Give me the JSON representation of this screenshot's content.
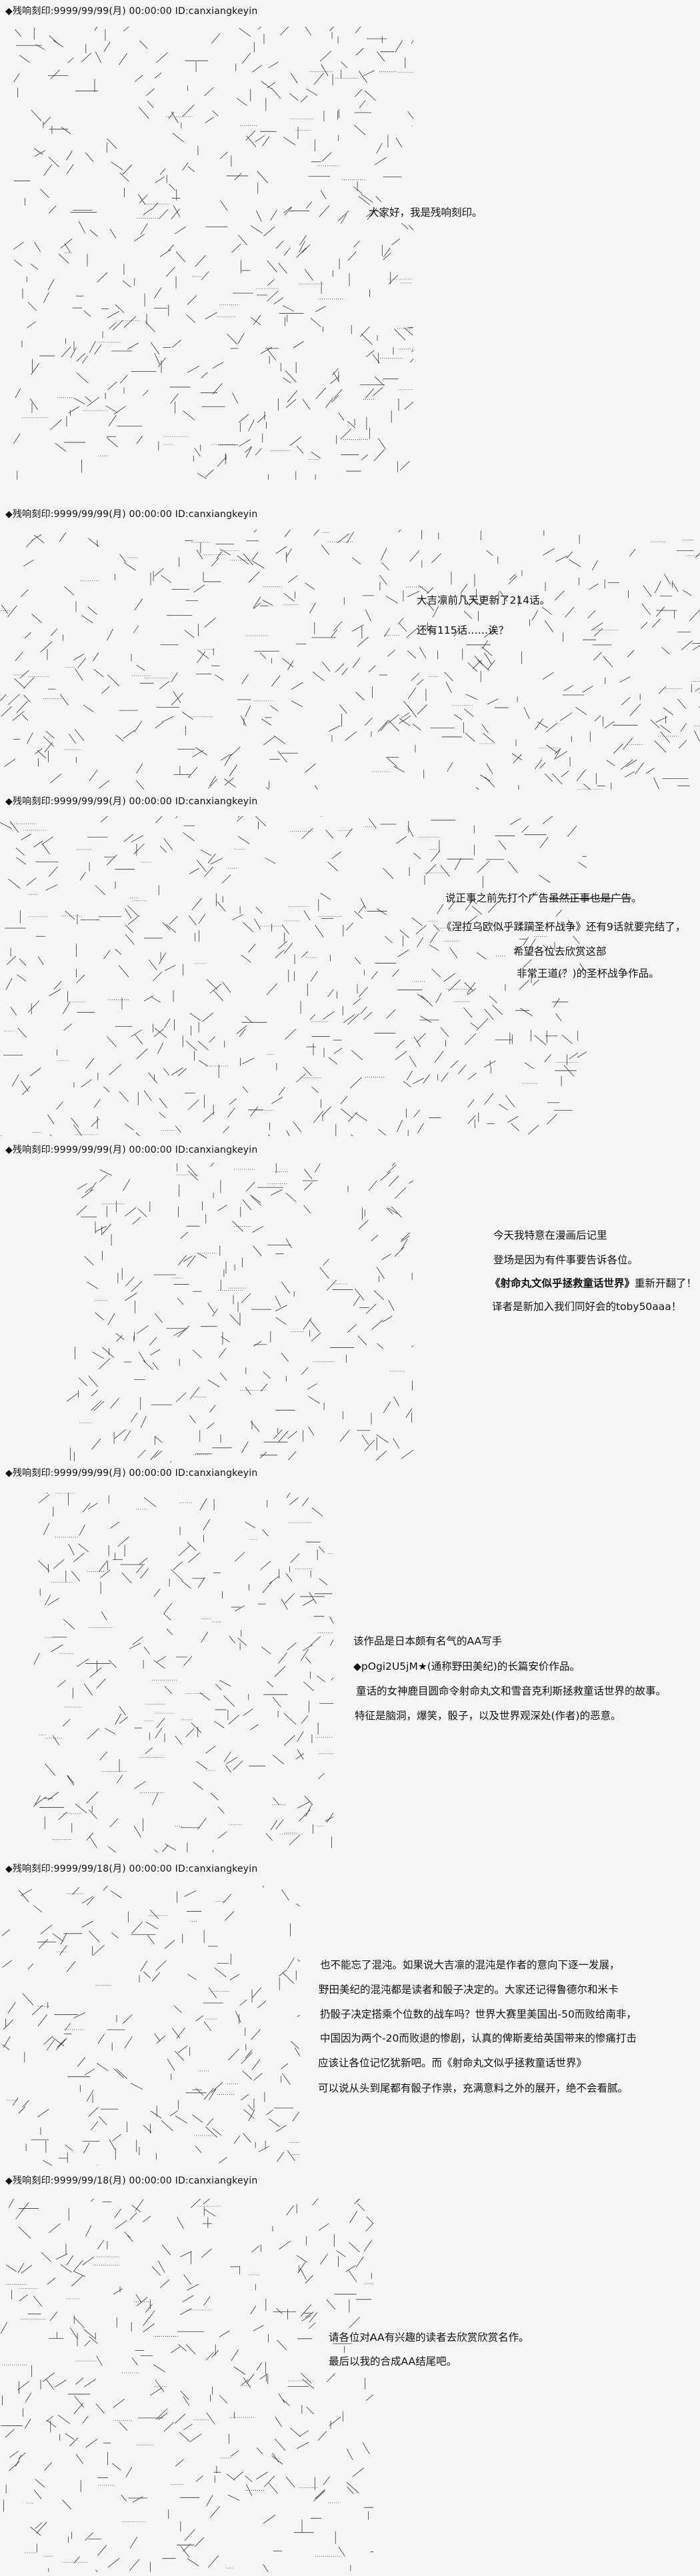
{
  "headers": [
    "◆残响刻印:9999/99/99(月) 00:00:00 ID:canxiangkeyin",
    "◆残响刻印:9999/99/99(月) 00:00:00 ID:canxiangkeyin",
    "◆残响刻印:9999/99/99(月) 00:00:00 ID:canxiangkeyin",
    "◆残响刻印:9999/99/99(月) 00:00:00 ID:canxiangkeyin",
    "◆残响刻印:9999/99/99(月) 00:00:00 ID:canxiangkeyin",
    "◆残响刻印:9999/99/18(月) 00:00:00 ID:canxiangkeyin",
    "◆残响刻印:9999/99/18(月) 00:00:00 ID:canxiangkeyin"
  ],
  "p1": {
    "l1": "大家好，我是残响刻印。"
  },
  "p2": {
    "l1": "大吉凛前几天更新了214话。",
    "l2": "还有115话……诶？"
  },
  "p3": {
    "l1a": "说正事之前先打个广告",
    "l1b": "虽然正事也是广告",
    "l1c": "。",
    "l2": "《涅拉乌欧似乎蹂躏圣杯战争》还有9话就要完结了，",
    "l3": "希望各位去欣赏这部",
    "l4": "非常王道(？)的圣杯战争作品。"
  },
  "p4": {
    "l1": "今天我特意在漫画后记里",
    "l2": "登场是因为有件事要告诉各位。",
    "l3a": "《射命丸文似乎拯救童话世界》",
    "l3b": "重新开翻了！",
    "l4": "译者是新加入我们同好会的toby50aaa！"
  },
  "p5": {
    "l1": "该作品是日本颇有名气的AA写手",
    "l2": "◆pOgi2U5jM★(通称野田美纪)的长篇安价作品。",
    "l3": "童话的女神鹿目圆命令射命丸文和雪音克利斯拯救童话世界的故事。",
    "l4": "特征是脑洞，爆笑，骰子，以及世界观深处(作者)的恶意。"
  },
  "p6": {
    "l1": "也不能忘了混沌。如果说大吉凛的混沌是作者的意向下逐一发展，",
    "l2": "野田美纪的混沌都是读者和骰子决定的。大家还记得鲁德尔和米卡",
    "l3": "扔骰子决定搭乘个位数的战车吗？世界大赛里美国出-50而败给南非，",
    "l4": "中国因为两个-20而败退的惨剧，认真的俾斯麦给英国带来的惨痛打击",
    "l5": "应该让各位记忆犹新吧。而《射命丸文似乎拯救童话世界》",
    "l6": "可以说从头到尾都有骰子作祟，充满意料之外的展开，绝不会看腻。"
  },
  "p7": {
    "l1": "请各位对AA有兴趣的读者去欣赏欣赏名作。",
    "l2": "最后以我的合成AA结尾吧。"
  }
}
